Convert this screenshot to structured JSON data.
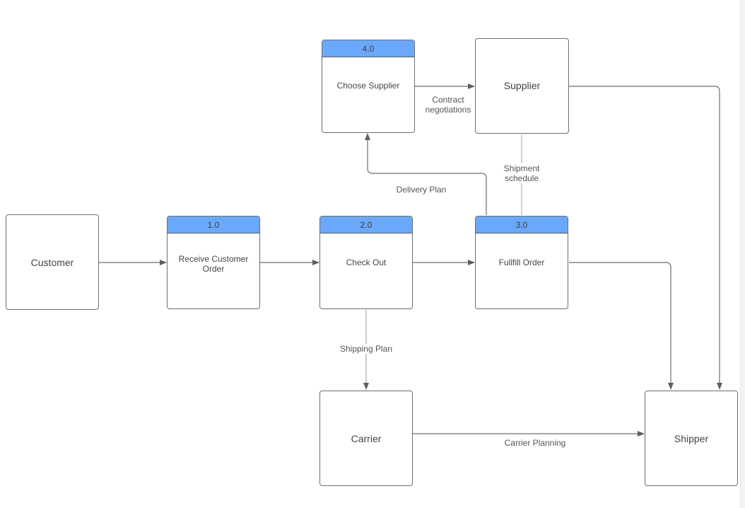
{
  "entities": {
    "customer": "Customer",
    "supplier": "Supplier",
    "carrier": "Carrier",
    "shipper": "Shipper"
  },
  "processes": {
    "p1": {
      "number": "1.0",
      "name": "Receive Customer Order"
    },
    "p2": {
      "number": "2.0",
      "name": "Check Out"
    },
    "p3": {
      "number": "3.0",
      "name": "Fullfill Order"
    },
    "p4": {
      "number": "4.0",
      "name": "Choose Supplier"
    }
  },
  "flows": {
    "contract": "Contract negotiations",
    "shipment_schedule": "Shipment schedule",
    "delivery_plan": "Delivery Plan",
    "shipping_plan": "Shipping Plan",
    "carrier_planning": "Carrier Planning"
  },
  "colors": {
    "process_header": "#6aa8fb",
    "line": "#6d6d6d"
  }
}
